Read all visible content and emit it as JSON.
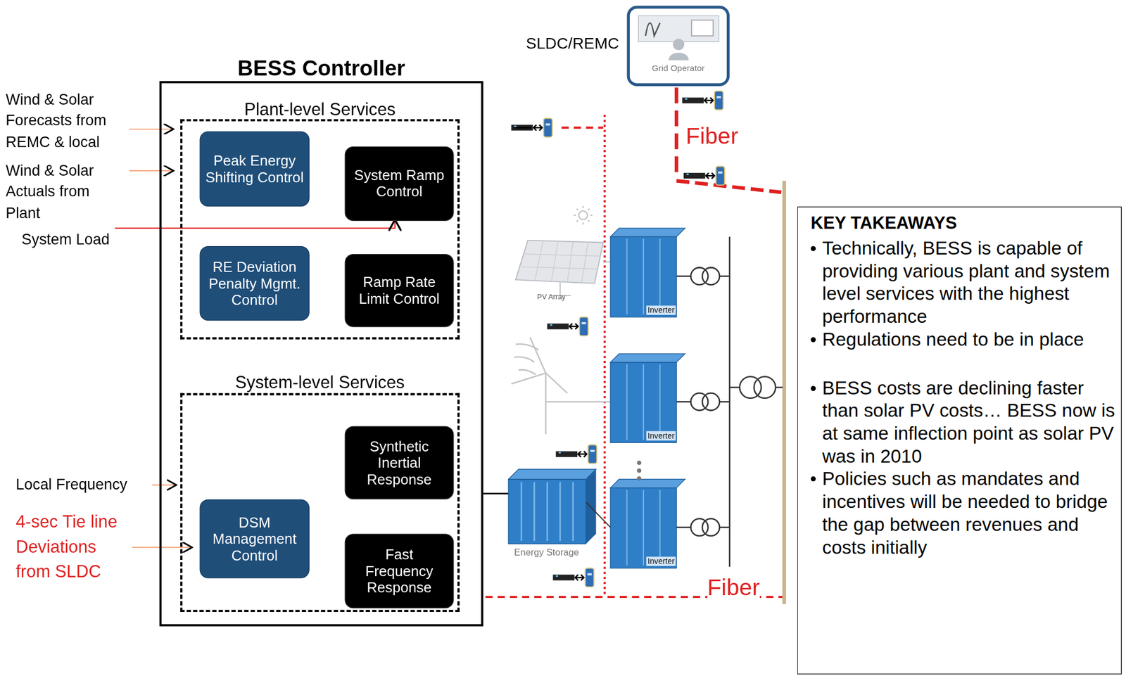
{
  "diagram": {
    "nodes": [
      {
        "text": [
          "BESS Controller"
        ]
      },
      {
        "text": [
          "Plant-level Services"
        ],
        "in": 0
      },
      {
        "text": [
          "Peak Energy Shifting Control"
        ],
        "in": 1
      },
      {
        "text": [
          "System Ramp Control"
        ],
        "in": 1
      },
      {
        "text": [
          "RE Deviation Penalty Mgmt. Control"
        ],
        "in": 1
      },
      {
        "text": [
          "Ramp Rate Limit Control"
        ],
        "in": 1
      },
      {
        "text": [
          "System-level Services"
        ],
        "in": 0
      },
      {
        "text": [
          "Synthetic Inertial Response"
        ],
        "in": 6
      },
      {
        "text": [
          "DSM Management Control"
        ],
        "in": 6
      },
      {
        "text": [
          "Fast Frequency Response"
        ],
        "in": 6
      },
      {
        "text": [
          "SLDC/REMC",
          "Grid Operator"
        ]
      },
      {
        "text": [
          "KEY TAKEAWAYS",
          "Technically, BESS is capable of providing various plant and system level services with the highest performance",
          "Regulations need to be in place",
          "BESS costs are declining faster than solar PV costs… BESS now is at same inflection point as solar PV was in 2010",
          "Policies such as mandates and incentives will be needed to bridge the gap between revenues and costs initially"
        ]
      }
    ],
    "labels": [
      "Wind & Solar Forecasts from REMC & local",
      "Wind & Solar Actuals from Plant",
      "System Load",
      "Local Frequency",
      "4-sec Tie line Deviations from SLDC",
      "Fiber",
      "Fiber",
      "PV Array",
      "Inverter",
      "Inverter",
      "Inverter",
      "Energy Storage"
    ]
  }
}
